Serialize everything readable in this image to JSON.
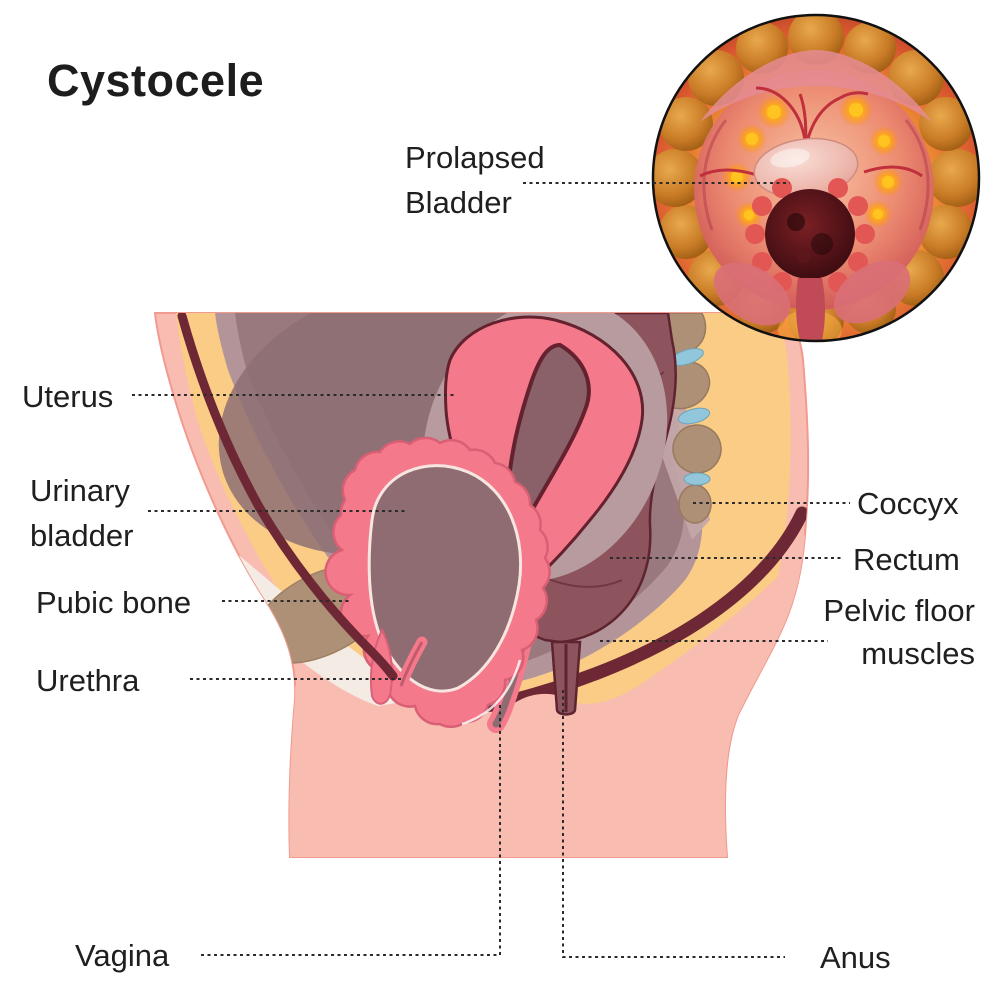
{
  "title": "Cystocele",
  "inset_label": {
    "line1": "Prolapsed",
    "line2": "Bladder"
  },
  "labels": {
    "uterus": "Uterus",
    "urinary_bladder": {
      "line1": "Urinary",
      "line2": "bladder"
    },
    "pubic_bone": "Pubic bone",
    "urethra": "Urethra",
    "coccyx": "Coccyx",
    "rectum": "Rectum",
    "pelvic_floor": {
      "line1": "Pelvic floor",
      "line2": "muscles"
    },
    "vagina": "Vagina",
    "anus": "Anus"
  },
  "colors": {
    "text": "#1f1f1f",
    "skin": "#f9bcb1",
    "fat": "#facc86",
    "cavity_outer": "#b39599",
    "cavity_inner": "#9a797e",
    "organ_pink": "#f4798b",
    "organ_outline": "#64222e",
    "rectum": "#8e545d",
    "rectum_outline": "#5e2430",
    "muscle_dark": "#6e2734",
    "bone": "#ae9076",
    "disc_blue": "#92c6da",
    "inset_glow_orange": "#f08a2c",
    "inset_dark_mass": "#3a0d12"
  }
}
